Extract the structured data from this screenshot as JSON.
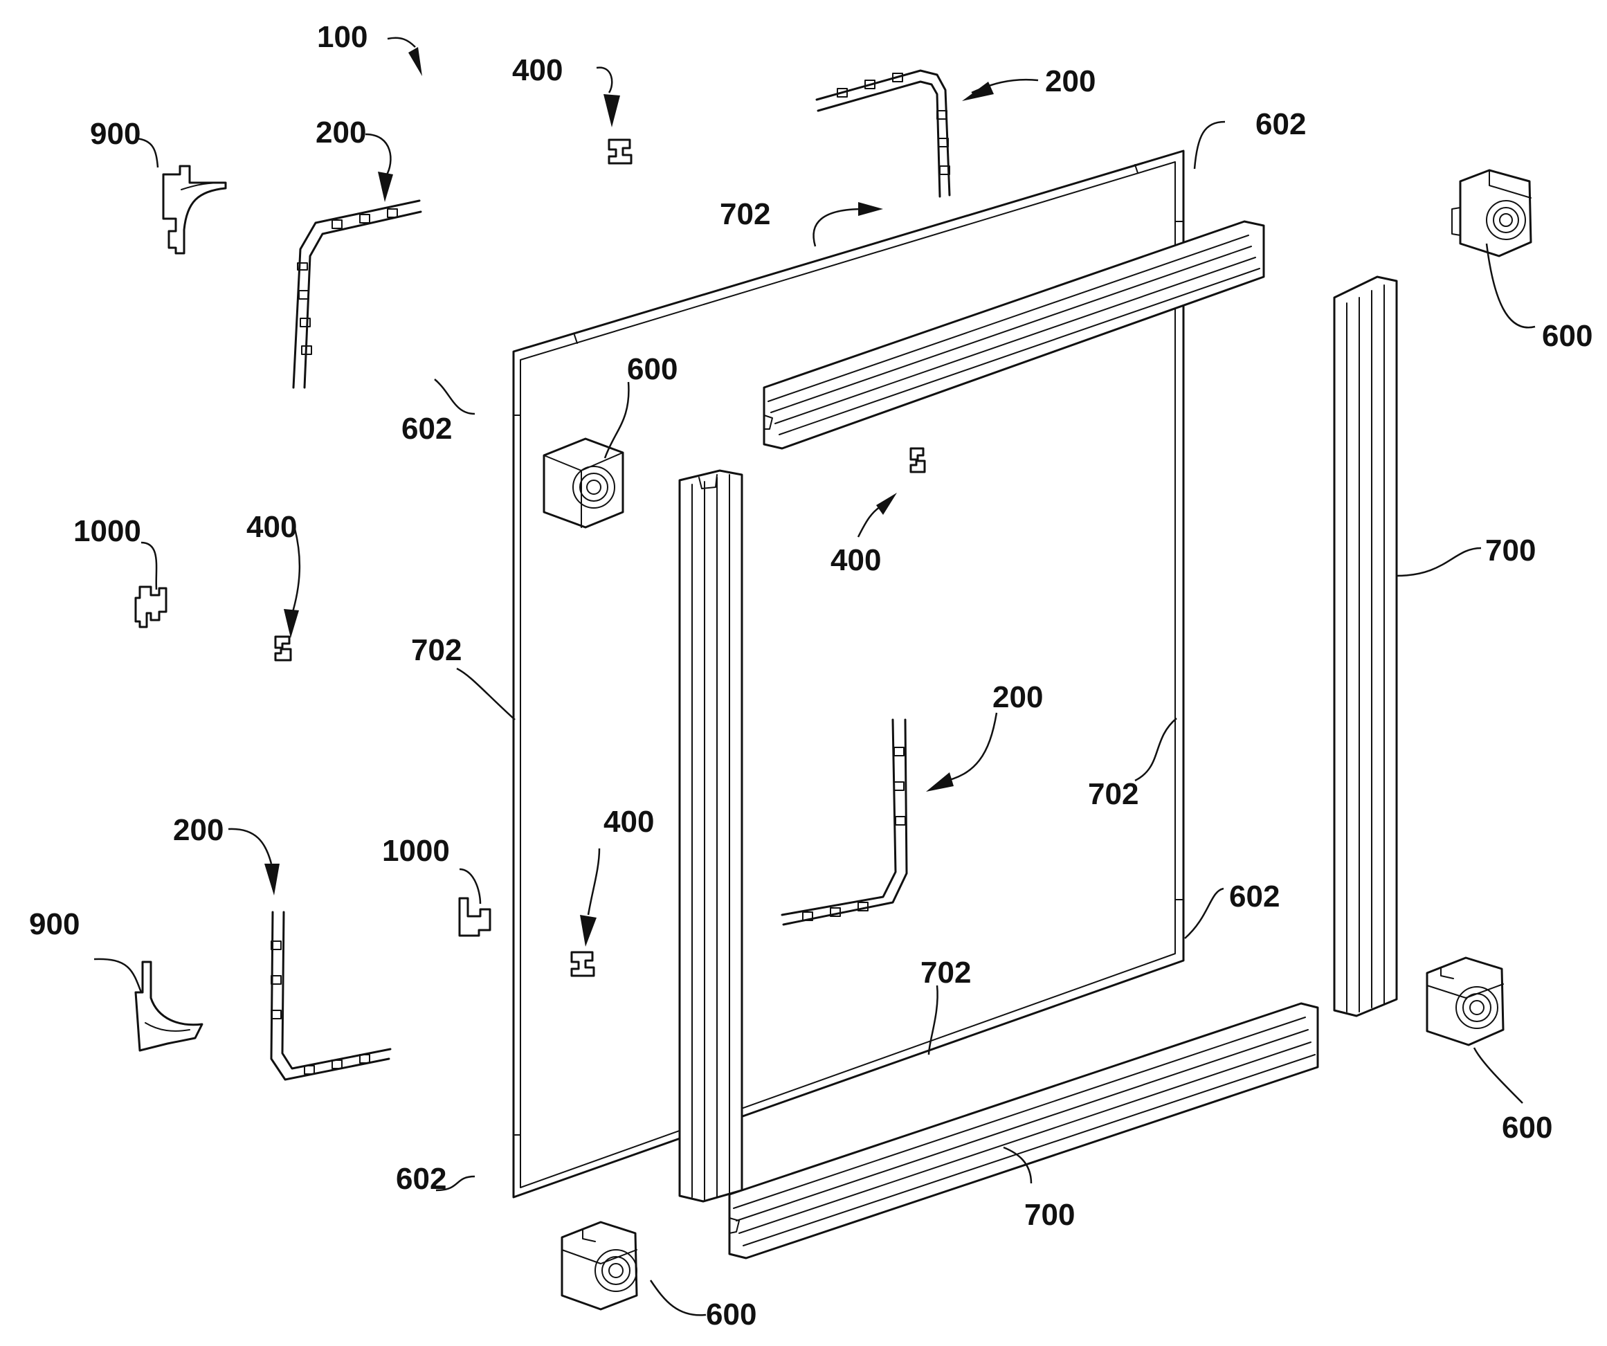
{
  "labels": {
    "assembly": "100",
    "corner_key_a": "200",
    "corner_key_b": "200",
    "corner_key_c": "200",
    "corner_key_d": "200",
    "clip_a": "400",
    "clip_b": "400",
    "clip_c": "400",
    "clip_d": "400",
    "block_top_right": "600",
    "block_left": "600",
    "block_right": "600",
    "block_bottom": "600",
    "corner_tl": "602",
    "corner_tr": "602",
    "corner_br": "602",
    "corner_bl": "602",
    "rail_right": "700",
    "rail_bottom": "700",
    "edge_top": "702",
    "edge_left": "702",
    "edge_right": "702",
    "edge_bottom": "702",
    "bracket_top": "900",
    "bracket_bottom": "900",
    "connector_left": "1000",
    "connector_mid": "1000"
  }
}
